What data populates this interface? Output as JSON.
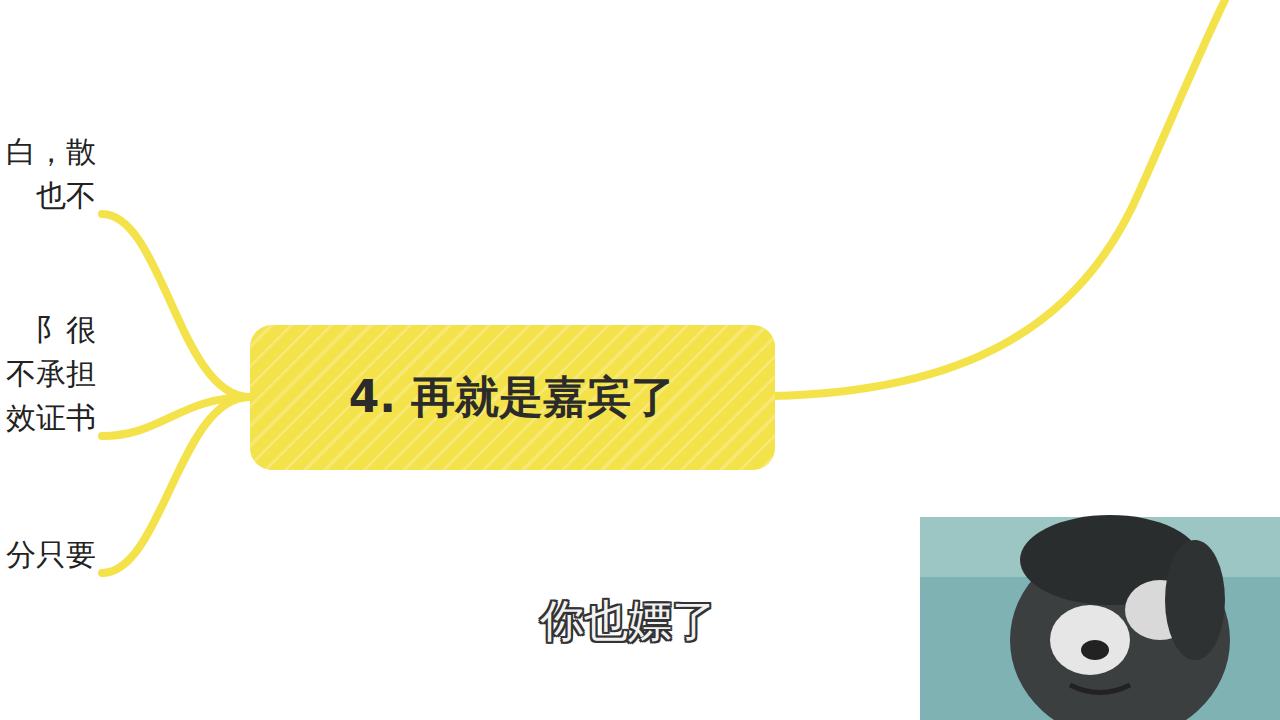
{
  "diagram": {
    "nodes": [
      {
        "text": [
          "4. 再就是嘉宾了"
        ]
      },
      {
        "text": [
          "白，散 也不"
        ]
      },
      {
        "text": [
          "阝很 不承担 效证书"
        ]
      },
      {
        "text": [
          "分只要"
        ]
      }
    ],
    "edges": [
      {
        "from": 0,
        "to": 1,
        "arrow": "none"
      },
      {
        "from": 0,
        "to": 2,
        "arrow": "none"
      },
      {
        "from": 0,
        "to": 3,
        "arrow": "none"
      }
    ],
    "labels": [
      "你也嫖了"
    ]
  }
}
